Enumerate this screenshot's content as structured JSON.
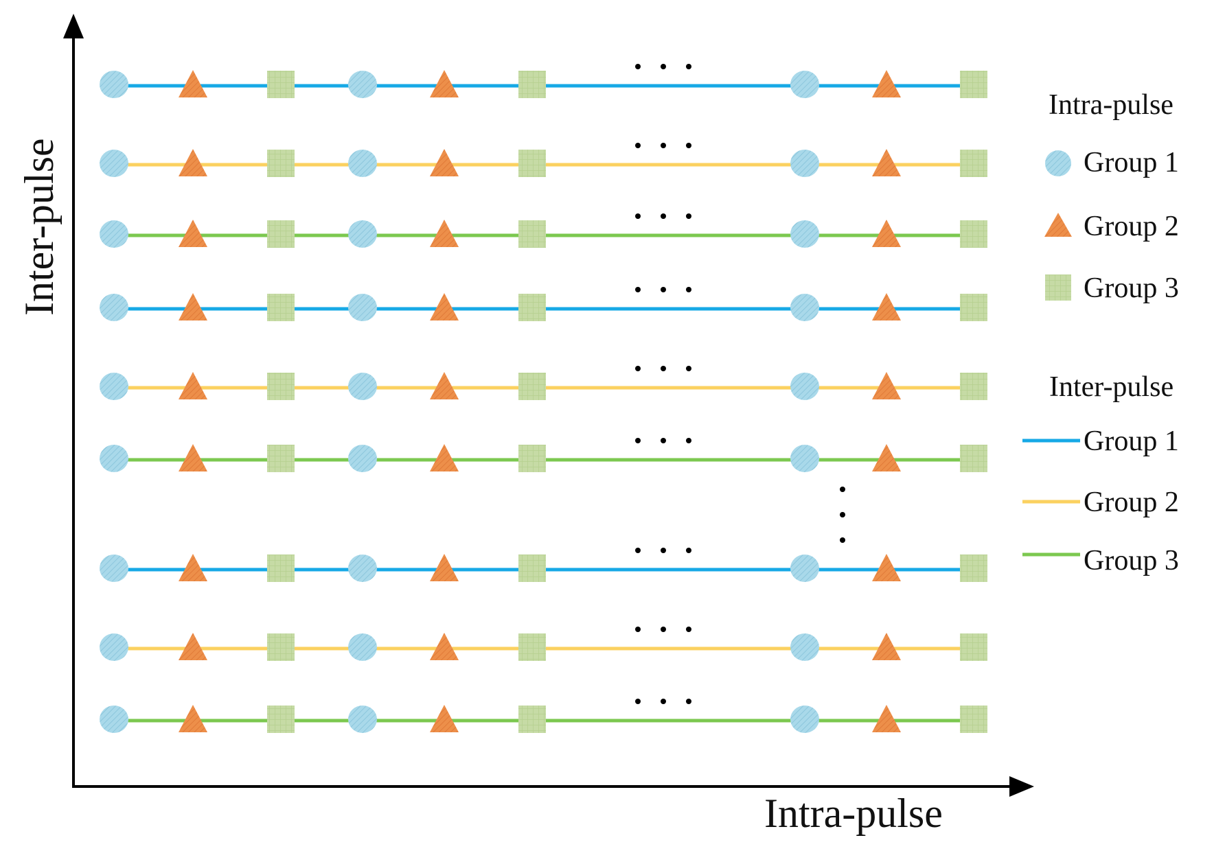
{
  "axes": {
    "x_label": "Intra-pulse",
    "y_label": "Inter-pulse"
  },
  "legend": {
    "intra_title": "Intra-pulse",
    "intra_items": [
      {
        "label": "Group 1",
        "shape": "circle-marker",
        "color": "#9fd4e6"
      },
      {
        "label": "Group 2",
        "shape": "triangle-marker",
        "color": "#e98a45"
      },
      {
        "label": "Group 3",
        "shape": "square-marker",
        "color": "#c3d8a0"
      }
    ],
    "inter_title": "Inter-pulse",
    "inter_items": [
      {
        "label": "Group 1",
        "color": "#17a9e6"
      },
      {
        "label": "Group 2",
        "color": "#fbd160"
      },
      {
        "label": "Group 3",
        "color": "#7cc850"
      }
    ]
  },
  "pulses": {
    "row_groups": [
      1,
      2,
      3,
      1,
      2,
      3,
      1,
      2,
      3
    ],
    "marker_sequence": [
      1,
      2,
      3,
      1,
      2,
      3,
      1,
      2,
      3
    ],
    "gap_after_marker": 6,
    "has_vertical_ellipsis_after_row": 6
  },
  "colors": {
    "axis": "#000000",
    "marker_group_1": "#9fd4e6",
    "marker_group_2": "#e98a45",
    "marker_group_3": "#c3d8a0",
    "line_group_1": "#17a9e6",
    "line_group_2": "#fbd160",
    "line_group_3": "#7cc850"
  }
}
